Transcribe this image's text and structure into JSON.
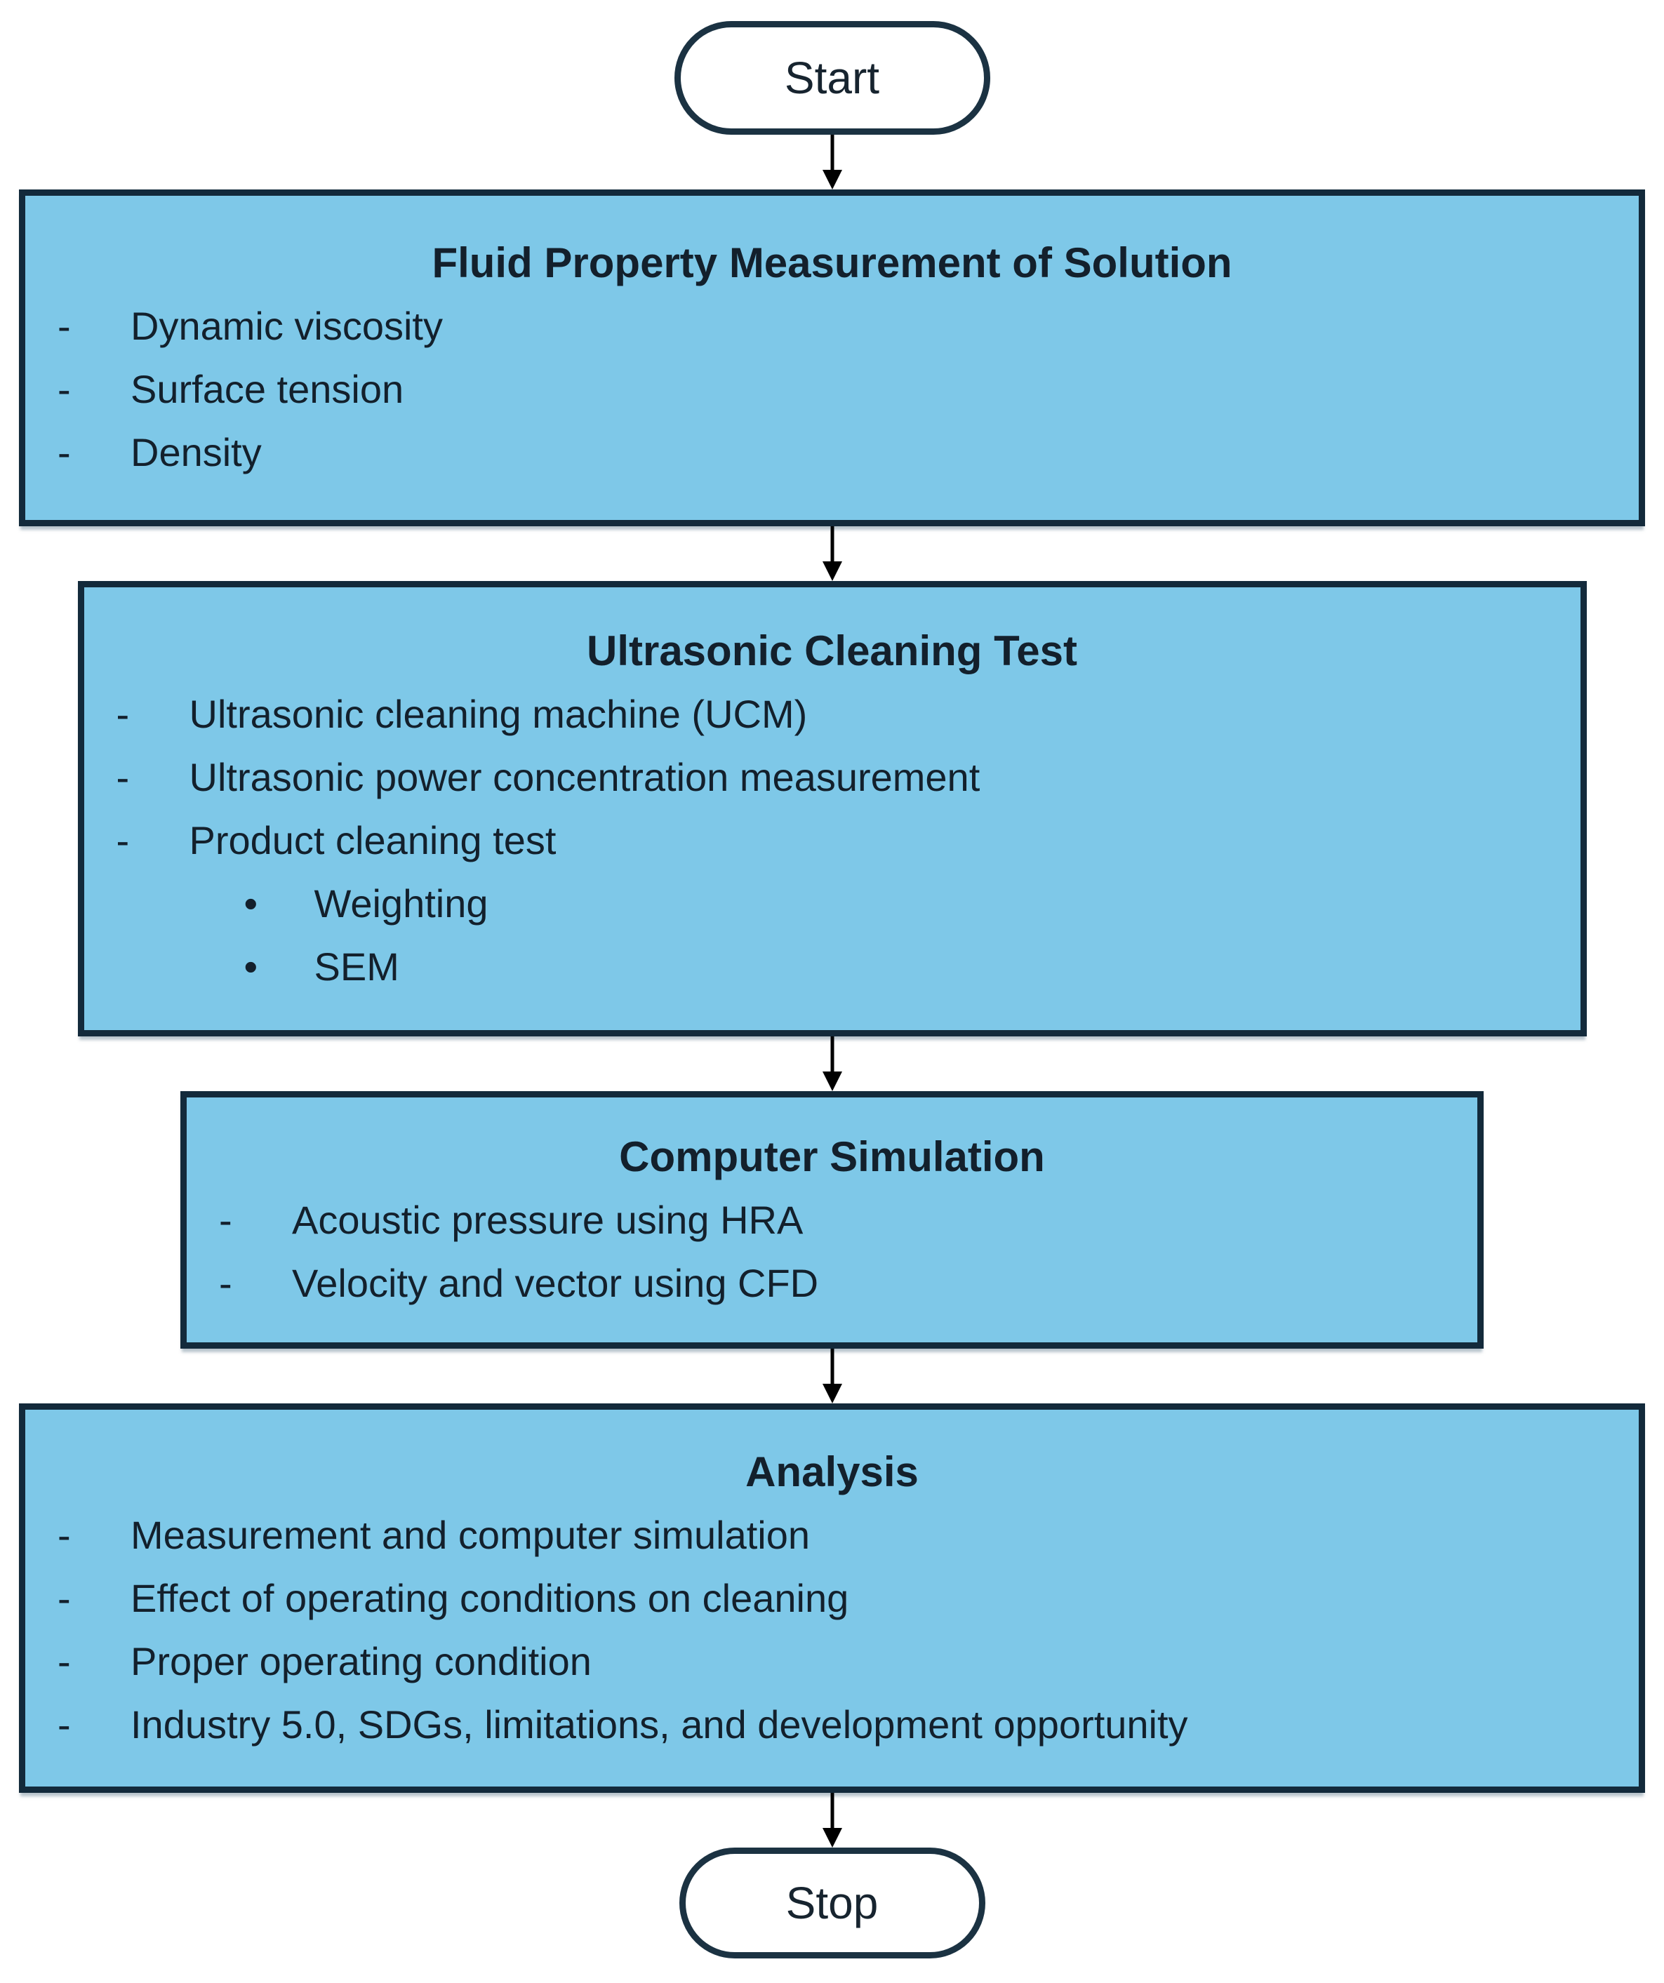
{
  "flowchart": {
    "start_label": "Start",
    "stop_label": "Stop",
    "colors": {
      "box_fill": "#7EC8E8",
      "box_border": "#132A3B",
      "terminal_fill": "#FFFFFF",
      "terminal_border": "#1B3242",
      "text": "#13202C",
      "arrow": "#000000"
    },
    "boxes": [
      {
        "title": "Fluid Property Measurement of Solution",
        "items": [
          {
            "marker": "-",
            "level": 1,
            "text": "Dynamic viscosity"
          },
          {
            "marker": "-",
            "level": 1,
            "text": "Surface tension"
          },
          {
            "marker": "-",
            "level": 1,
            "text": "Density"
          }
        ]
      },
      {
        "title": "Ultrasonic Cleaning Test",
        "items": [
          {
            "marker": "-",
            "level": 1,
            "text": "Ultrasonic cleaning machine (UCM)"
          },
          {
            "marker": "-",
            "level": 1,
            "text": "Ultrasonic power concentration measurement"
          },
          {
            "marker": "-",
            "level": 1,
            "text": "Product cleaning test"
          },
          {
            "marker": "•",
            "level": 2,
            "text": "Weighting"
          },
          {
            "marker": "•",
            "level": 2,
            "text": "SEM"
          }
        ]
      },
      {
        "title": "Computer Simulation",
        "items": [
          {
            "marker": "-",
            "level": 1,
            "text": "Acoustic pressure using HRA"
          },
          {
            "marker": "-",
            "level": 1,
            "text": "Velocity and vector using CFD"
          }
        ]
      },
      {
        "title": "Analysis",
        "items": [
          {
            "marker": "-",
            "level": 1,
            "text": "Measurement and computer simulation"
          },
          {
            "marker": "-",
            "level": 1,
            "text": "Effect of operating conditions on cleaning"
          },
          {
            "marker": "-",
            "level": 1,
            "text": "Proper operating condition"
          },
          {
            "marker": "-",
            "level": 1,
            "text": "Industry 5.0, SDGs, limitations, and development opportunity"
          }
        ]
      }
    ]
  }
}
